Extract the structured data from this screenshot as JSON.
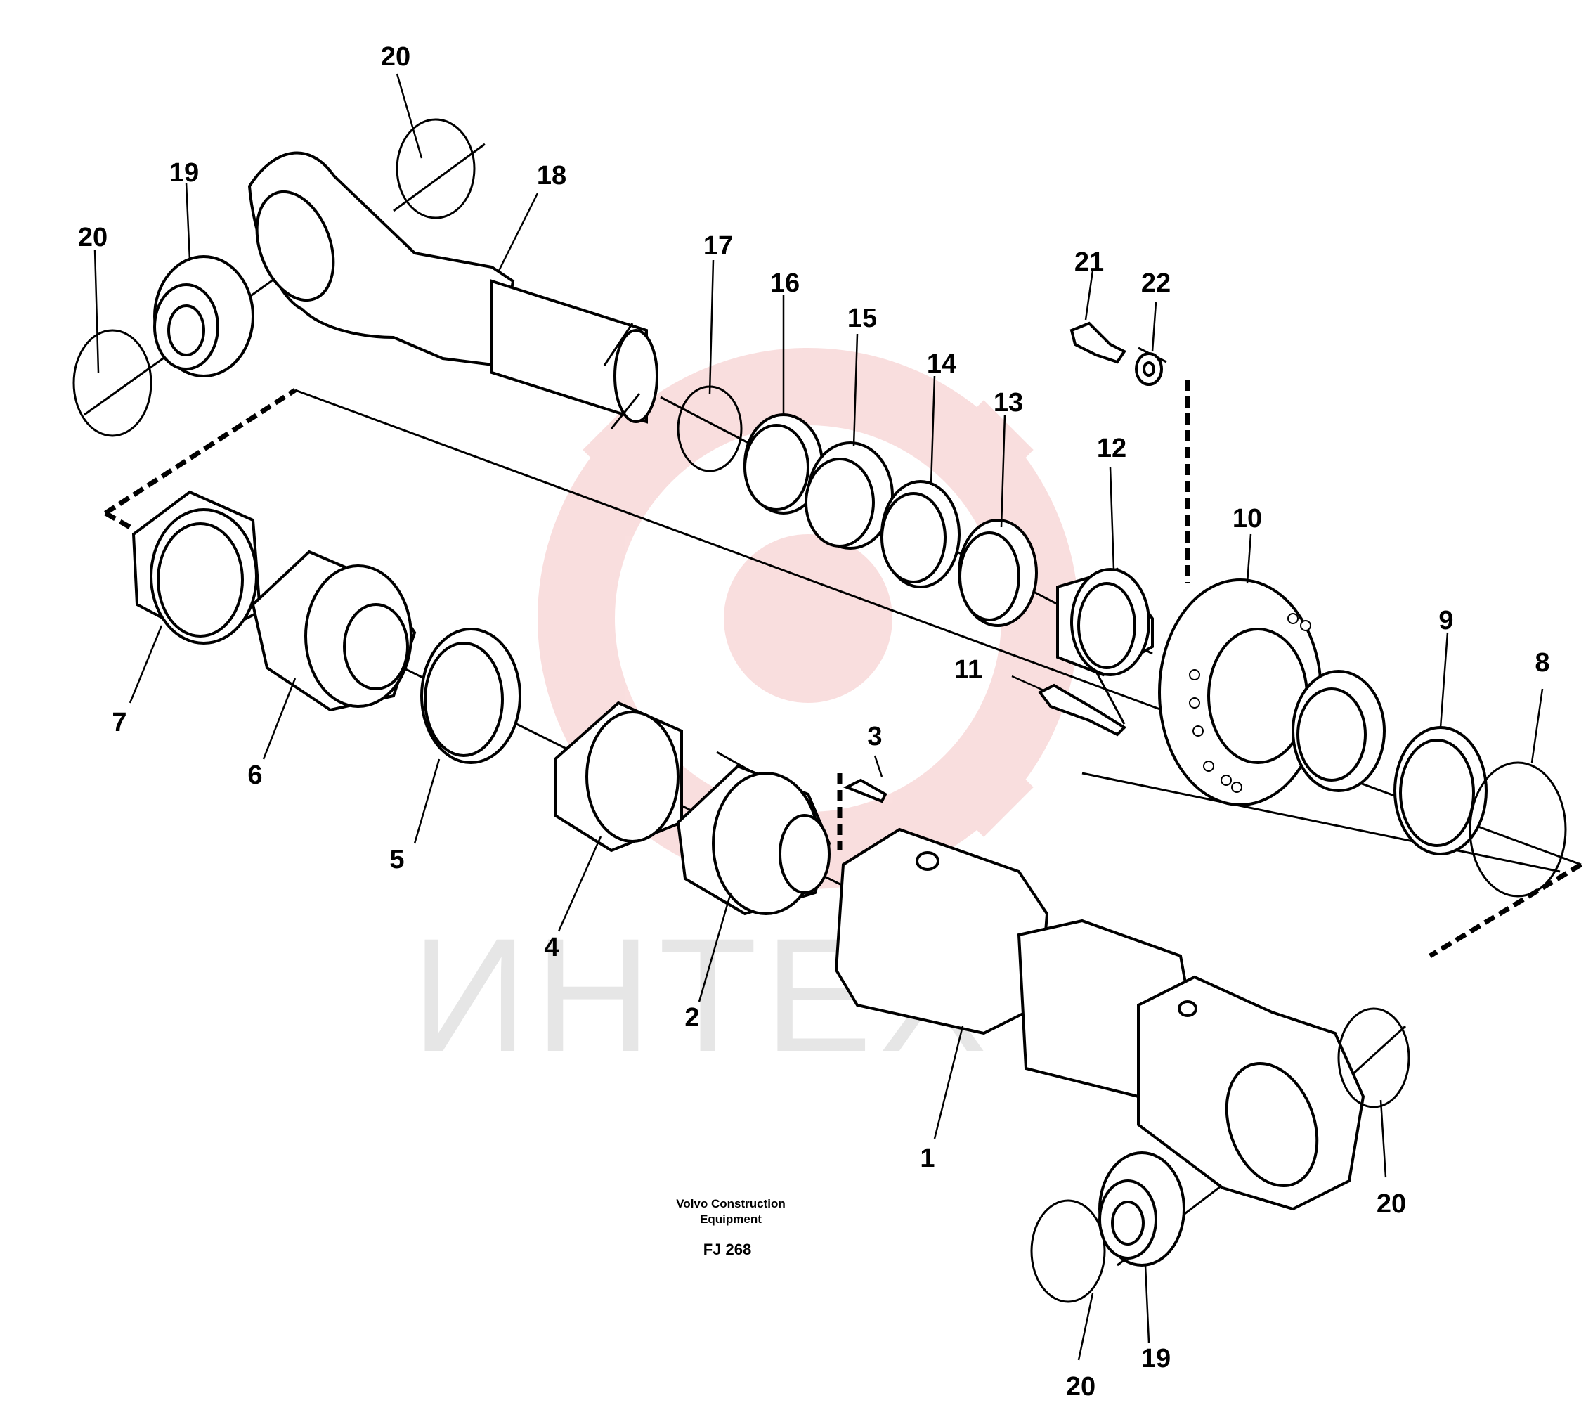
{
  "diagram": {
    "callouts": [
      {
        "id": "p1",
        "label": "1"
      },
      {
        "id": "p2",
        "label": "2"
      },
      {
        "id": "p3",
        "label": "3"
      },
      {
        "id": "p4",
        "label": "4"
      },
      {
        "id": "p5",
        "label": "5"
      },
      {
        "id": "p6",
        "label": "6"
      },
      {
        "id": "p7",
        "label": "7"
      },
      {
        "id": "p8",
        "label": "8"
      },
      {
        "id": "p9",
        "label": "9"
      },
      {
        "id": "p10",
        "label": "10"
      },
      {
        "id": "p11",
        "label": "11"
      },
      {
        "id": "p12",
        "label": "12"
      },
      {
        "id": "p13",
        "label": "13"
      },
      {
        "id": "p14",
        "label": "14"
      },
      {
        "id": "p15",
        "label": "15"
      },
      {
        "id": "p16",
        "label": "16"
      },
      {
        "id": "p17",
        "label": "17"
      },
      {
        "id": "p18",
        "label": "18"
      },
      {
        "id": "p19a",
        "label": "19"
      },
      {
        "id": "p19b",
        "label": "19"
      },
      {
        "id": "p20a",
        "label": "20"
      },
      {
        "id": "p20b",
        "label": "20"
      },
      {
        "id": "p20c",
        "label": "20"
      },
      {
        "id": "p20d",
        "label": "20"
      },
      {
        "id": "p21",
        "label": "21"
      },
      {
        "id": "p22",
        "label": "22"
      }
    ],
    "caption": {
      "line1": "Volvo Construction",
      "line2": "Equipment",
      "code": "FJ 268"
    },
    "watermark": {
      "text": "ИНТЕХ",
      "color": "#f2c6c6"
    }
  }
}
